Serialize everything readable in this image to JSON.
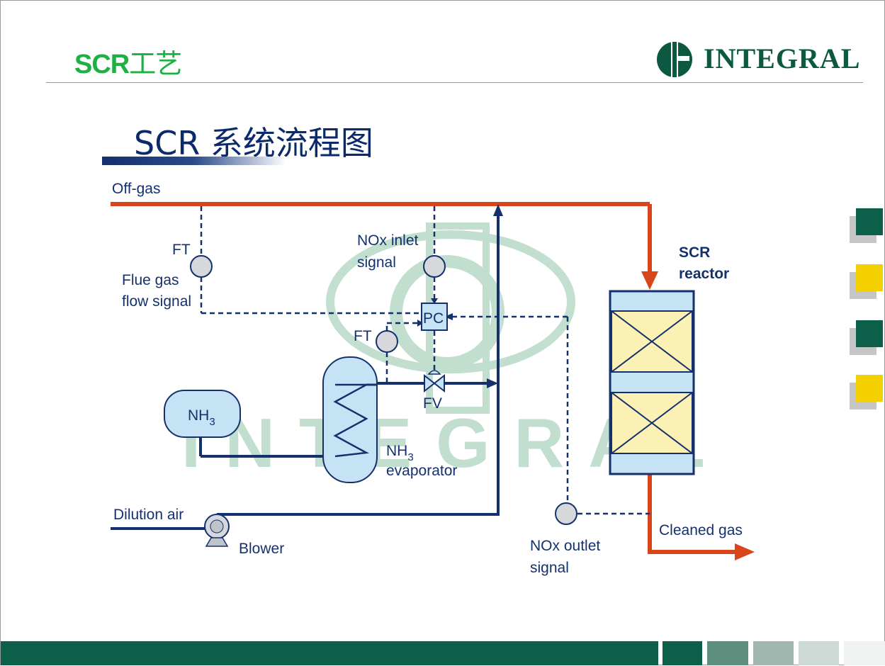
{
  "header": {
    "title_latin": "SCR",
    "title_cn": "工艺",
    "logo_text": "INTEGRAL"
  },
  "diagram": {
    "title": "SCR  系统流程图",
    "labels": {
      "offgas": "Off-gas",
      "ft1": "FT",
      "flue1": "Flue gas",
      "flue2": "flow signal",
      "noxin1": "NOx inlet",
      "noxin2": "signal",
      "pc": "PC",
      "ft2": "FT",
      "fv": "FV",
      "scr1": "SCR",
      "scr2": "reactor",
      "nh3_tank": "NH",
      "nh3_tank_sub": "3",
      "nh3_evap": "NH",
      "nh3_evap_sub": "3",
      "evap": "evaporator",
      "dilution": "Dilution air",
      "blower": "Blower",
      "cleaned": "Cleaned gas",
      "noxout1": "NOx outlet",
      "noxout2": "signal"
    },
    "watermark": "INTEGRAL"
  },
  "colors": {
    "green": "#1db042",
    "dark_green": "#0c6049",
    "navy": "#14316e",
    "orange": "#d8451a",
    "light_blue": "#c6e3f5",
    "light_yellow": "#fbf1b4",
    "yellow": "#f5d000"
  }
}
